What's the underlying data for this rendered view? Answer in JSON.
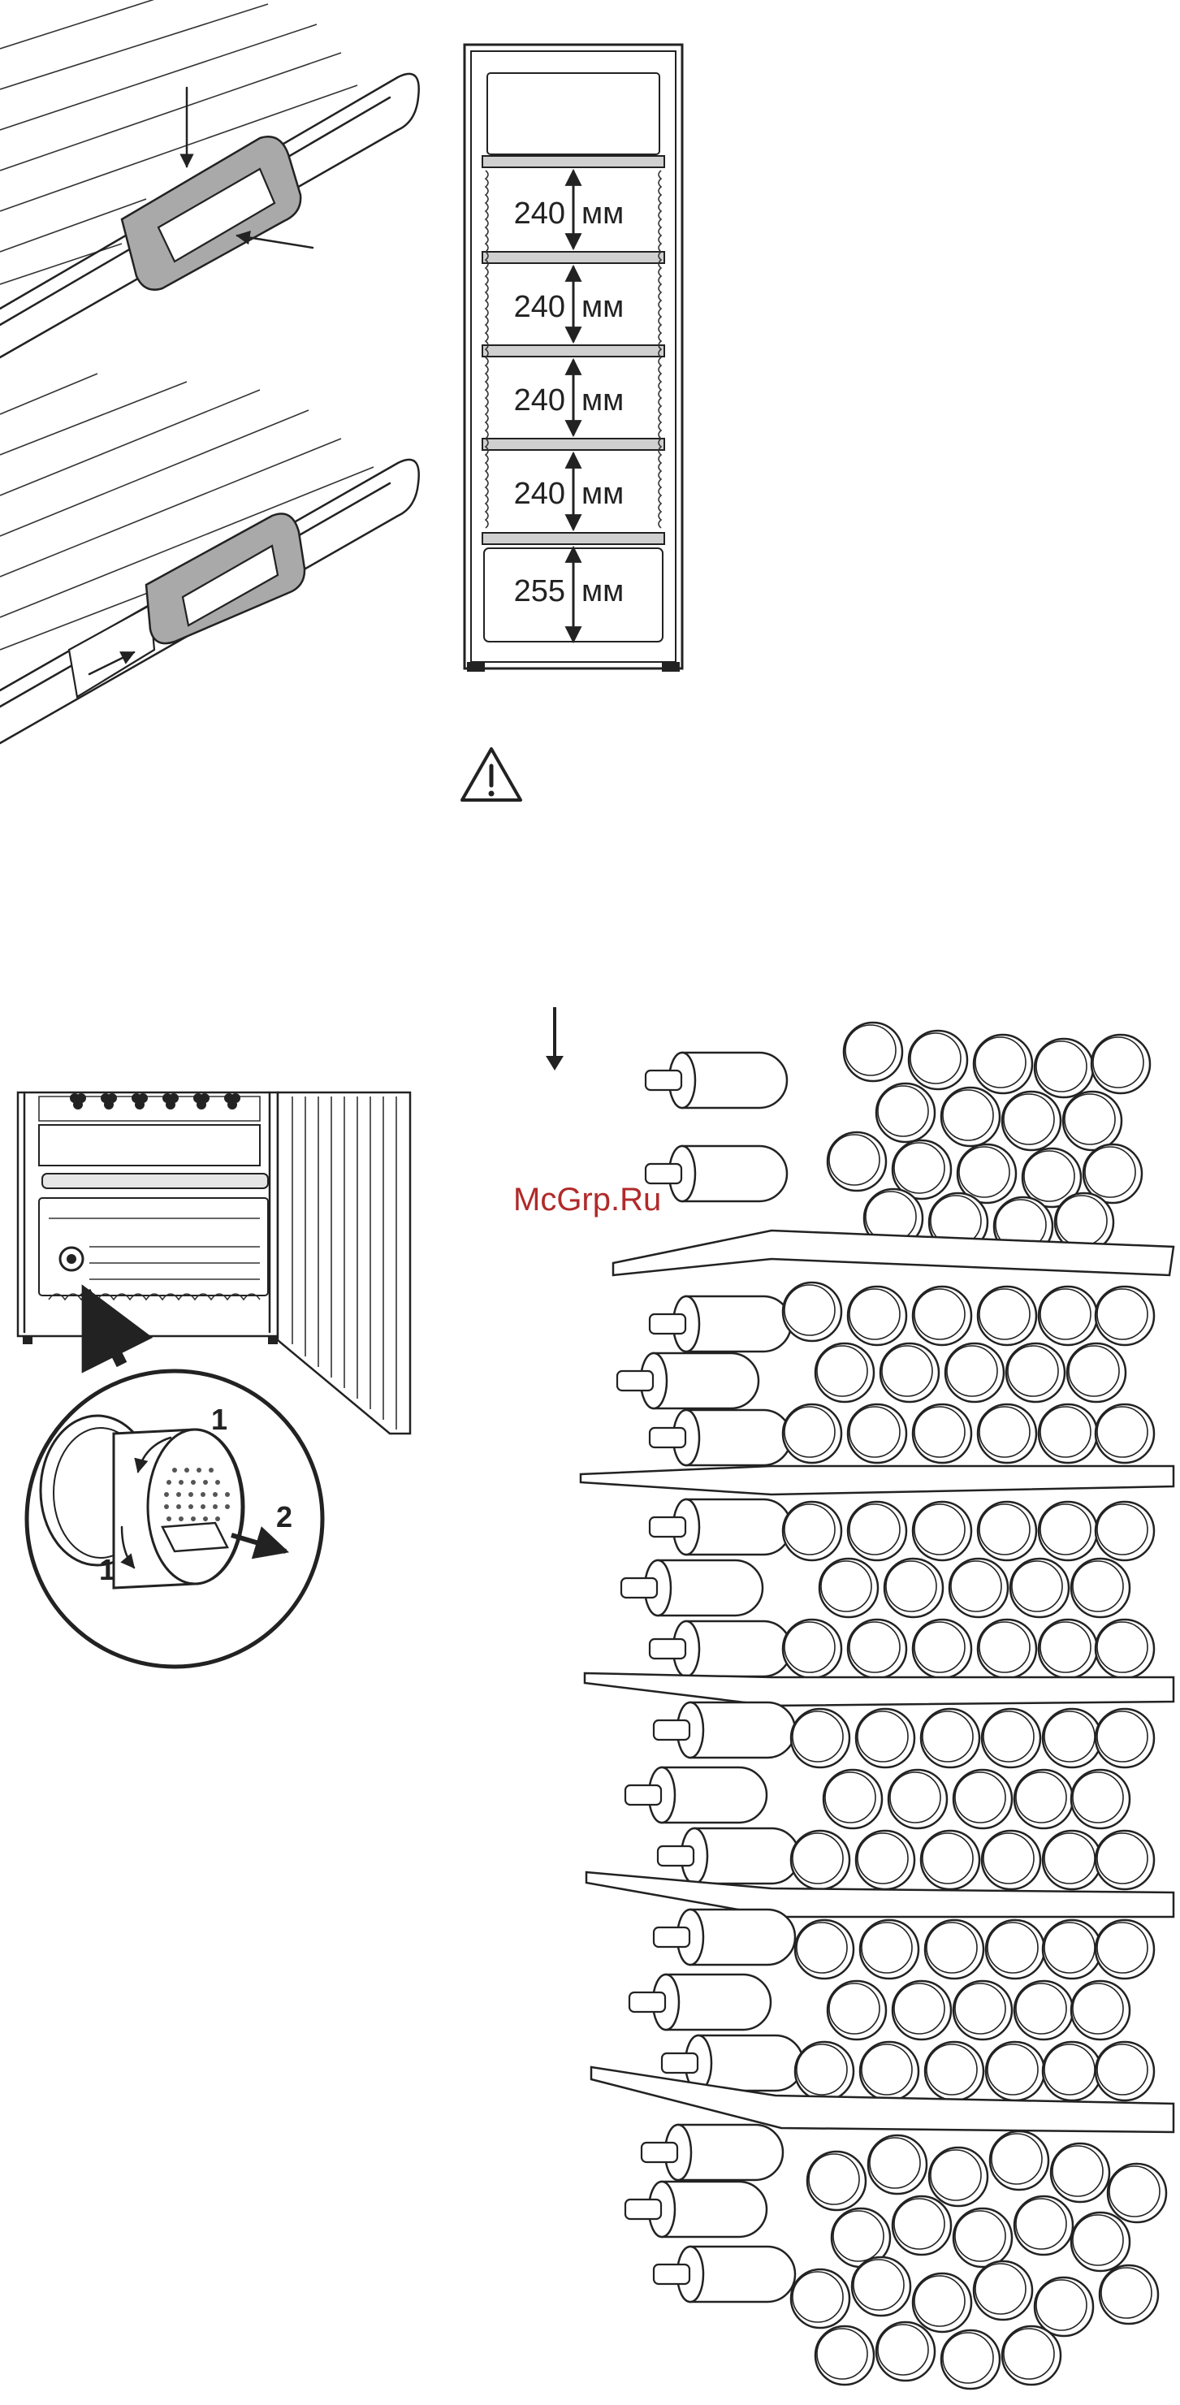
{
  "shelf_diagram": {
    "spacings": [
      {
        "value": "240",
        "unit": "мм"
      },
      {
        "value": "240",
        "unit": "мм"
      },
      {
        "value": "240",
        "unit": "мм"
      },
      {
        "value": "240",
        "unit": "мм"
      },
      {
        "value": "255",
        "unit": "мм"
      }
    ]
  },
  "filter_steps": {
    "step1a": "1",
    "step1b": "1",
    "step2": "2"
  },
  "watermark": "McGrp.Ru",
  "icons": {
    "warning": "warning-triangle-icon",
    "arrow": "arrow-down-icon"
  },
  "colors": {
    "line": "#222222",
    "clip_fill": "#a9a9a9",
    "watermark": "#b02a2a"
  }
}
